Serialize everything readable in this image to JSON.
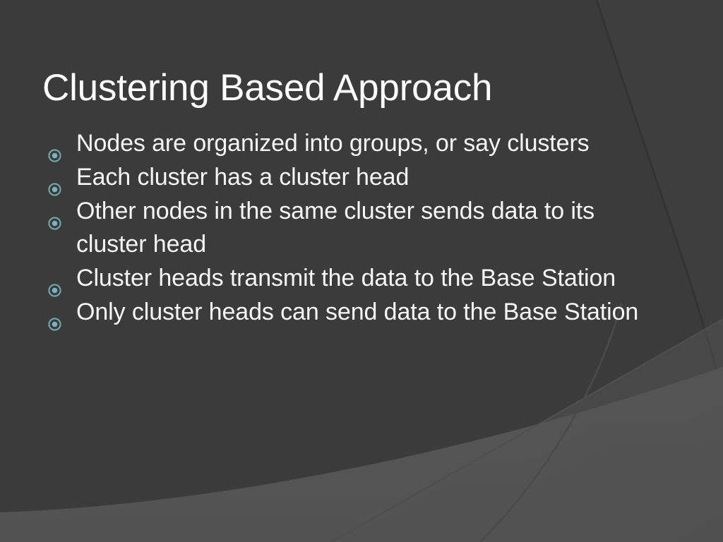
{
  "slide": {
    "title": "Clustering Based Approach",
    "background_color": "#3b3b3b",
    "text_color": "#f6f6f6",
    "title_color": "#ffffff",
    "accent_color": "#6fa8ad",
    "band_color": "#555555",
    "bullets": [
      {
        "marker": "ring-dot-bullet-icon",
        "text": "Nodes are organized into groups, or say clusters"
      },
      {
        "marker": "ring-dot-bullet-icon",
        "text": "Each cluster has a cluster head"
      },
      {
        "marker": "ring-dot-bullet-icon",
        "text": "Other nodes in the same cluster sends data to its cluster head"
      },
      {
        "marker": "ring-dot-bullet-icon",
        "text": "Cluster heads transmit the data to the Base Station"
      },
      {
        "marker": "ring-dot-bullet-icon",
        "text": "Only cluster heads can send data to the Base Station"
      }
    ]
  }
}
